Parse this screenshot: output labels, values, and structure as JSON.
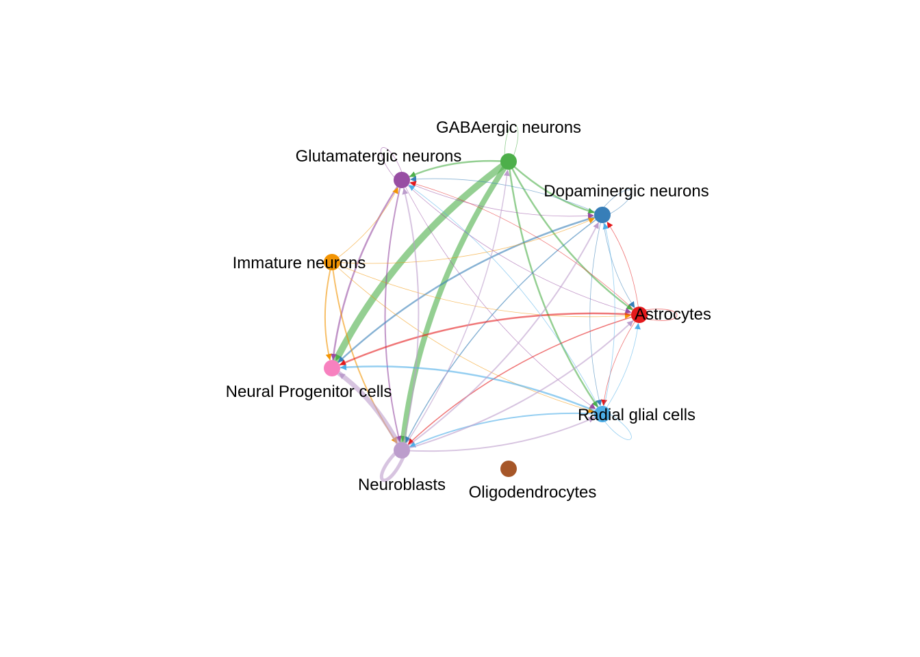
{
  "title": "Cell-cell communication network",
  "nodes": [
    {
      "id": "gaba",
      "label": "GABAergic neurons",
      "color": "#4DAF4A"
    },
    {
      "id": "glut",
      "label": "Glutamatergic neurons",
      "color": "#984EA3"
    },
    {
      "id": "dopa",
      "label": "Dopaminergic neurons",
      "color": "#377EB8"
    },
    {
      "id": "imm",
      "label": "Immature neurons",
      "color": "#F29403"
    },
    {
      "id": "astro",
      "label": "Astrocytes",
      "color": "#E41A1C"
    },
    {
      "id": "npc",
      "label": "Neural Progenitor cells",
      "color": "#F781BF"
    },
    {
      "id": "rgc",
      "label": "Radial glial cells",
      "color": "#4DAEE7"
    },
    {
      "id": "nb",
      "label": "Neuroblasts",
      "color": "#BC9DCC"
    },
    {
      "id": "oligo",
      "label": "Oligodendrocytes",
      "color": "#A65628"
    }
  ],
  "edges": [
    {
      "from": "gaba",
      "to": "npc",
      "weight": 10
    },
    {
      "from": "gaba",
      "to": "nb",
      "weight": 8
    },
    {
      "from": "gaba",
      "to": "glut",
      "weight": 2.5
    },
    {
      "from": "gaba",
      "to": "dopa",
      "weight": 2.5
    },
    {
      "from": "gaba",
      "to": "astro",
      "weight": 2.5
    },
    {
      "from": "gaba",
      "to": "rgc",
      "weight": 2.5
    },
    {
      "from": "gaba",
      "to": "gaba",
      "weight": 0.8
    },
    {
      "from": "glut",
      "to": "npc",
      "weight": 2.5
    },
    {
      "from": "glut",
      "to": "nb",
      "weight": 2
    },
    {
      "from": "glut",
      "to": "dopa",
      "weight": 0.8
    },
    {
      "from": "glut",
      "to": "astro",
      "weight": 0.8
    },
    {
      "from": "glut",
      "to": "rgc",
      "weight": 0.8
    },
    {
      "from": "glut",
      "to": "glut",
      "weight": 0.8
    },
    {
      "from": "dopa",
      "to": "npc",
      "weight": 2.5
    },
    {
      "from": "dopa",
      "to": "nb",
      "weight": 1.5
    },
    {
      "from": "dopa",
      "to": "glut",
      "weight": 0.8
    },
    {
      "from": "dopa",
      "to": "astro",
      "weight": 0.8
    },
    {
      "from": "dopa",
      "to": "rgc",
      "weight": 0.8
    },
    {
      "from": "dopa",
      "to": "dopa",
      "weight": 0.8
    },
    {
      "from": "imm",
      "to": "npc",
      "weight": 2
    },
    {
      "from": "imm",
      "to": "nb",
      "weight": 2
    },
    {
      "from": "imm",
      "to": "glut",
      "weight": 0.8
    },
    {
      "from": "imm",
      "to": "dopa",
      "weight": 0.8
    },
    {
      "from": "imm",
      "to": "astro",
      "weight": 0.8
    },
    {
      "from": "imm",
      "to": "rgc",
      "weight": 0.8
    },
    {
      "from": "astro",
      "to": "npc",
      "weight": 2.5
    },
    {
      "from": "astro",
      "to": "nb",
      "weight": 1.5
    },
    {
      "from": "astro",
      "to": "glut",
      "weight": 0.8
    },
    {
      "from": "astro",
      "to": "dopa",
      "weight": 0.8
    },
    {
      "from": "astro",
      "to": "rgc",
      "weight": 0.8
    },
    {
      "from": "astro",
      "to": "astro",
      "weight": 0.8
    },
    {
      "from": "rgc",
      "to": "npc",
      "weight": 2.5
    },
    {
      "from": "rgc",
      "to": "nb",
      "weight": 2
    },
    {
      "from": "rgc",
      "to": "glut",
      "weight": 0.8
    },
    {
      "from": "rgc",
      "to": "dopa",
      "weight": 0.8
    },
    {
      "from": "rgc",
      "to": "astro",
      "weight": 0.8
    },
    {
      "from": "rgc",
      "to": "rgc",
      "weight": 0.8
    },
    {
      "from": "nb",
      "to": "npc",
      "weight": 7
    },
    {
      "from": "nb",
      "to": "nb",
      "weight": 5
    },
    {
      "from": "nb",
      "to": "glut",
      "weight": 2
    },
    {
      "from": "nb",
      "to": "gaba",
      "weight": 1.5
    },
    {
      "from": "nb",
      "to": "dopa",
      "weight": 2
    },
    {
      "from": "nb",
      "to": "astro",
      "weight": 2
    },
    {
      "from": "nb",
      "to": "rgc",
      "weight": 2
    }
  ]
}
